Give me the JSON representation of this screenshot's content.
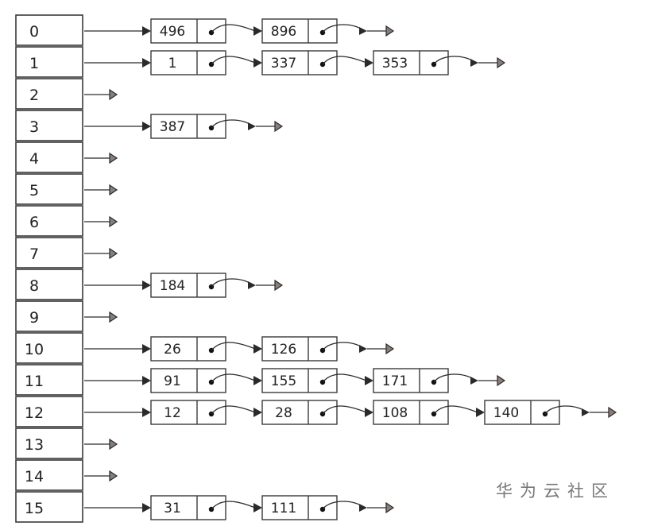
{
  "hash_table": {
    "buckets": [
      {
        "index": "0",
        "chain": [
          "496",
          "896"
        ]
      },
      {
        "index": "1",
        "chain": [
          "1",
          "337",
          "353"
        ]
      },
      {
        "index": "2",
        "chain": []
      },
      {
        "index": "3",
        "chain": [
          "387"
        ]
      },
      {
        "index": "4",
        "chain": []
      },
      {
        "index": "5",
        "chain": []
      },
      {
        "index": "6",
        "chain": []
      },
      {
        "index": "7",
        "chain": []
      },
      {
        "index": "8",
        "chain": [
          "184"
        ]
      },
      {
        "index": "9",
        "chain": []
      },
      {
        "index": "10",
        "chain": [
          "26",
          "126"
        ]
      },
      {
        "index": "11",
        "chain": [
          "91",
          "155",
          "171"
        ]
      },
      {
        "index": "12",
        "chain": [
          "12",
          "28",
          "108",
          "140"
        ]
      },
      {
        "index": "13",
        "chain": []
      },
      {
        "index": "14",
        "chain": []
      },
      {
        "index": "15",
        "chain": [
          "31",
          "111"
        ]
      }
    ]
  },
  "watermark": {
    "text": "华为云社区"
  },
  "colors": {
    "stroke": "#3a3a3a",
    "null_arrow_fill": "#8a7e78",
    "watermark": "#777777"
  }
}
